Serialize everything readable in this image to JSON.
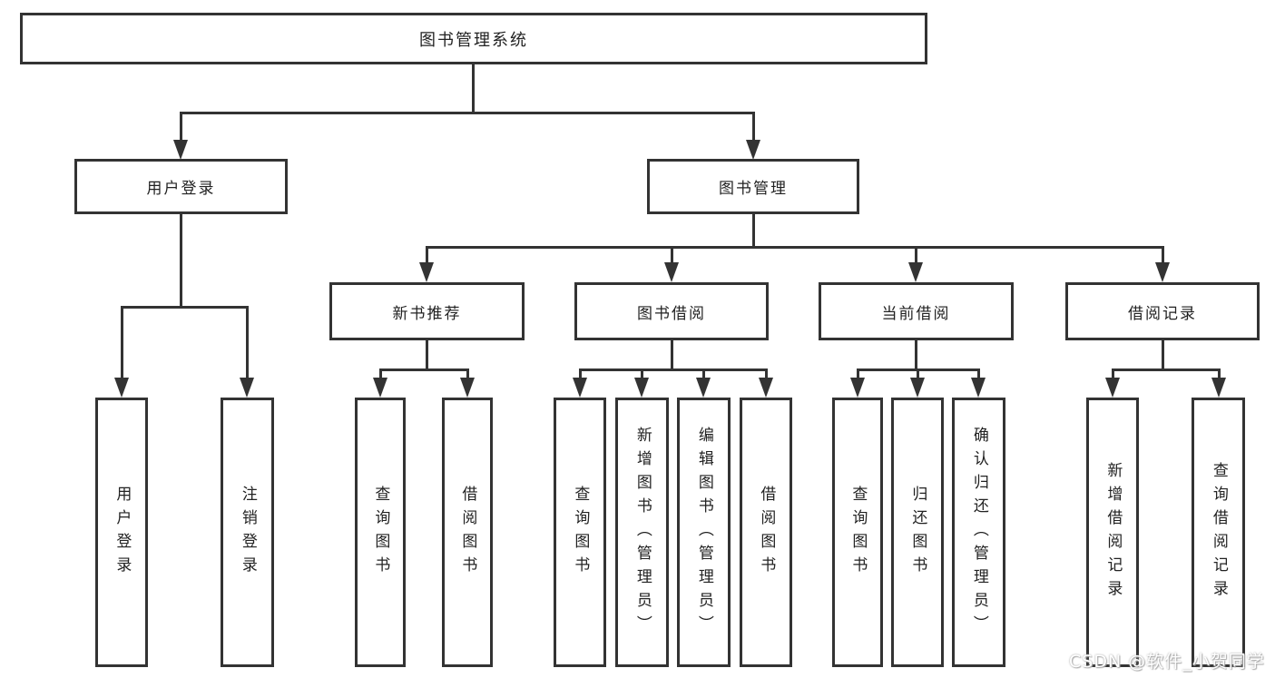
{
  "diagram": {
    "root": "图书管理系统",
    "level2": {
      "user_login": "用户登录",
      "book_management": "图书管理"
    },
    "level3": {
      "new_book_recommend": "新书推荐",
      "book_borrowing": "图书借阅",
      "current_borrowing": "当前借阅",
      "borrowing_records": "借阅记录"
    },
    "level4": {
      "user_login": "用户登录",
      "logout": "注销登录",
      "nb_query_books": "查询图书",
      "nb_borrow_books": "借阅图书",
      "bb_query_books": "查询图书",
      "bb_add_books": "新增图书（管理员）",
      "bb_edit_books": "编辑图书（管理员）",
      "bb_borrow_books": "借阅图书",
      "cb_query_books": "查询图书",
      "cb_return_books": "归还图书",
      "cb_confirm_return": "确认归还（管理员）",
      "br_add_record": "新增借阅记录",
      "br_query_record": "查询借阅记录"
    }
  },
  "watermark": "CSDN @软件_小贺同学",
  "colors": {
    "line": "#333333",
    "text": "#222222",
    "background": "#ffffff"
  }
}
